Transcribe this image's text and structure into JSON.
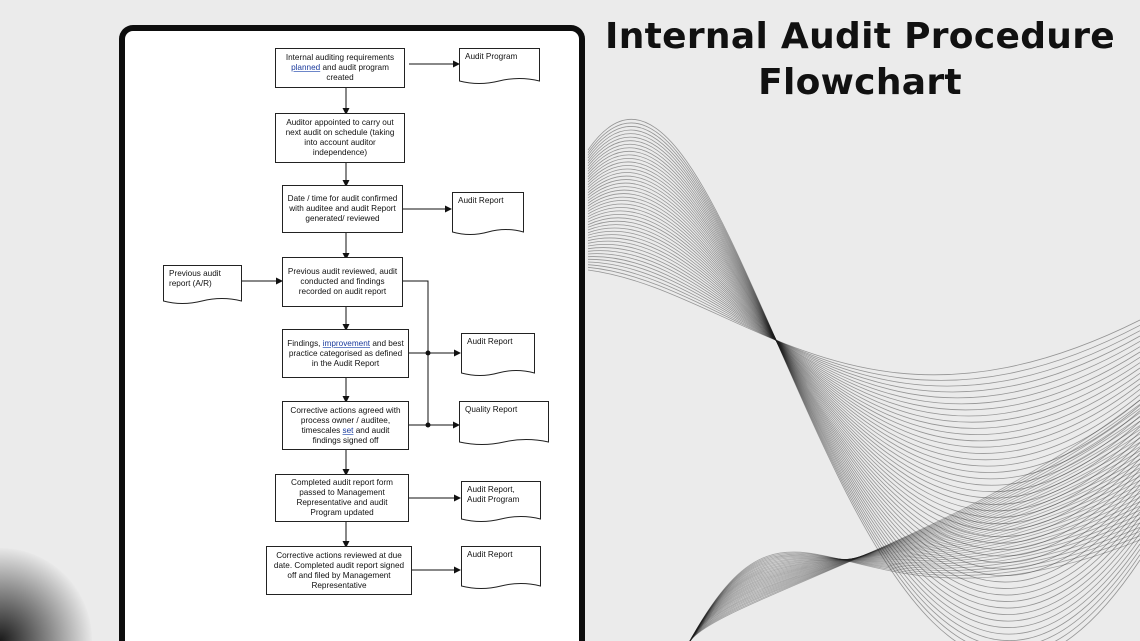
{
  "title": {
    "line1": "Internal Audit Procedure",
    "line2": "Flowchart"
  },
  "steps": [
    {
      "pre": "Internal auditing requirements ",
      "hl": "planned",
      "post": " and audit program created"
    },
    {
      "pre": "Auditor appointed to carry out next audit on schedule (taking into account auditor independence)",
      "hl": "",
      "post": ""
    },
    {
      "pre": "Date / time for audit confirmed with auditee and audit Report generated/ reviewed",
      "hl": "",
      "post": ""
    },
    {
      "pre": "Previous audit reviewed, audit conducted and findings recorded on audit report",
      "hl": "",
      "post": ""
    },
    {
      "pre": "Findings, ",
      "hl": "improvement",
      "post": " and best practice categorised as defined in the Audit Report"
    },
    {
      "pre": "Corrective actions agreed with process owner / auditee, timescales ",
      "hl": "set",
      "post": " and audit findings signed off"
    },
    {
      "pre": "Completed audit report form passed to Management Representative and audit Program updated",
      "hl": "",
      "post": ""
    },
    {
      "pre": "Corrective actions reviewed at due date. Completed audit report signed off and filed by Management Representative",
      "hl": "",
      "post": ""
    }
  ],
  "documents": [
    {
      "label": "Audit Program"
    },
    {
      "label": "Audit Report"
    },
    {
      "label": "Audit Report"
    },
    {
      "label": "Quality Report"
    },
    {
      "label": "Audit Report, Audit Program"
    },
    {
      "label": "Audit Report"
    }
  ],
  "input_document": {
    "label": "Previous audit report (A/R)"
  }
}
